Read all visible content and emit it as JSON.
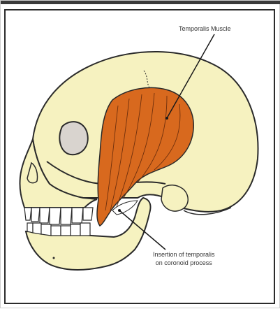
{
  "labels": {
    "temporalis": "Temporalis Muscle",
    "insertion_line1": "Insertion of temporalis",
    "insertion_line2": "on coronoid process"
  },
  "colors": {
    "skull_fill": "#f6f2c0",
    "muscle_fill": "#d8691e",
    "outline": "#2a2a2a",
    "teeth": "#ffffff"
  }
}
